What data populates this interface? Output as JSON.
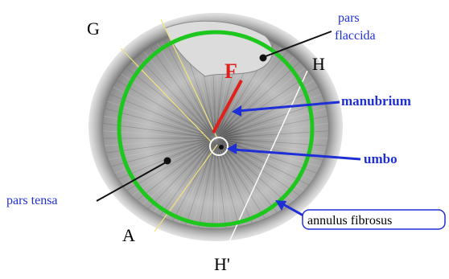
{
  "colors": {
    "annulus": "#1ec71e",
    "manubrium": "#e0201a",
    "guideline": "#f2e27a",
    "hline": "#ffffff",
    "pointer_blue": "#1f2fd6",
    "pointer_black": "#111111",
    "tissue_dark": "#5a5a5a",
    "tissue_light": "#d9d9d9"
  },
  "labels": {
    "G": "G",
    "H": "H",
    "A": "A",
    "H_prime": "H'",
    "F": "F",
    "pars_flaccida_line1": "pars",
    "pars_flaccida_line2": "flaccida",
    "manubrium": "manubrium",
    "umbo": "umbo",
    "pars_tensa": "pars tensa",
    "annulus_fibrosus": "annulus fibrosus"
  }
}
